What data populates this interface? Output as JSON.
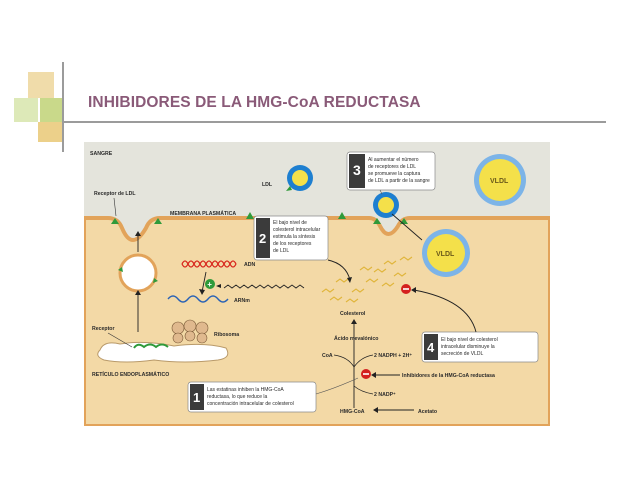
{
  "slide": {
    "title": "INHIBIDORES DE LA HMG-CoA REDUCTASA"
  },
  "diagram": {
    "labels": {
      "sangre": "SANGRE",
      "receptor_ldl": "Receptor de LDL",
      "ldl": "LDL",
      "membrana": "MEMBRANA PLASMÁTICA",
      "adn": "ADN",
      "arnm": "ARNm",
      "ribosoma": "Ribosoma",
      "receptor": "Receptor",
      "reticulo": "RETÍCULO ENDOPLASMÁTICO",
      "colesterol": "Colesterol",
      "acido_mevalonico": "Ácido mevalónico",
      "coa": "CoA",
      "nadph": "2 NADPH + 2H⁺",
      "nadp": "2 NADP⁺",
      "hmg_coa": "HMG-CoA",
      "acetato": "Acetato",
      "inhibidores": "Inhibidores de la HMG-CoA reductasa",
      "vldl_1": "VLDL",
      "vldl_2": "VLDL"
    },
    "steps": [
      {
        "number": "1",
        "lines": [
          "Las estatinas inhiben la HMG-CoA",
          "reductasa, lo que reduce la",
          "concentración intracelular de colesterol"
        ]
      },
      {
        "number": "2",
        "lines": [
          "El bajo nivel de",
          "colesterol intracelular",
          "estimula la síntesis",
          "de los receptores",
          "de LDL"
        ]
      },
      {
        "number": "3",
        "lines": [
          "Al aumentar el número",
          "de receptores de LDL",
          "se promueve la captura",
          "de LDL a partir de la sangre"
        ]
      },
      {
        "number": "4",
        "lines": [
          "El bajo nivel de colesterol",
          "intracelular disminuye la",
          "secreción de VLDL"
        ]
      }
    ],
    "colors": {
      "blood_bg": "#e4e4dc",
      "cell_bg": "#f3d9a6",
      "membrane": "#e2a35a",
      "receptor_green": "#2f9a3a",
      "dna_red": "#d8281e",
      "mrna_blue": "#2a62b5",
      "vldl_blue": "#1e7fd0",
      "inhibit_red": "#d4201e",
      "title": "#8a5a78"
    }
  }
}
